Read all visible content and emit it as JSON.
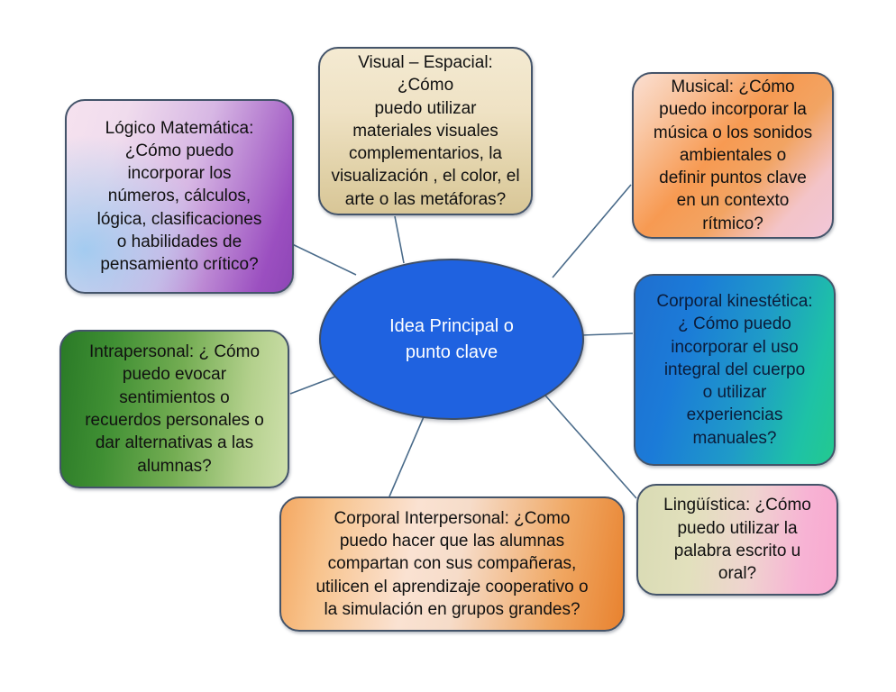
{
  "diagram": {
    "type": "mind-map",
    "title": "Inteligencias multiples - preguntas guia",
    "background_color": "#ffffff",
    "connector_color": "#4a6b8a",
    "border_color": "#44546a"
  },
  "center": {
    "label": "Idea  Principal o\npunto clave",
    "fill_color": "#1f62e0",
    "text_color": "#ffffff"
  },
  "nodes": [
    {
      "id": "logico",
      "name": "Lógico Matemática",
      "label": "Lógico Matemática:\n¿Cómo puedo\nincorporar los\nnúmeros, cálculos,\nlógica, clasificaciones\no habilidades de\npensamiento crítico?",
      "gradient_from": "#f6e2ef",
      "gradient_to": "#8e46b6"
    },
    {
      "id": "visual",
      "name": "Visual – Espacial",
      "label": "Visual – Espacial: ¿Cómo\npuedo utilizar\nmateriales visuales\ncomplementarios, la\nvisualización , el color, el\narte o las metáforas?",
      "gradient_from": "#f4ead2",
      "gradient_to": "#d8c697"
    },
    {
      "id": "musical",
      "name": "Musical",
      "label": "Musical: ¿Cómo\npuedo incorporar la\nmúsica o los sonidos\nambientales o\ndefinir puntos clave\nen un contexto\nrítmico?",
      "gradient_from": "#fadfd2",
      "gradient_to": "#f1c6d8"
    },
    {
      "id": "kines",
      "name": "Corporal kinestética",
      "label": "Corporal kinestética:\n¿ Cómo puedo\nincorporar el uso\nintegral del cuerpo\no utilizar\nexperiencias\nmanuales?",
      "gradient_from": "#1f6fd0",
      "gradient_to": "#23c98f"
    },
    {
      "id": "ling",
      "name": "Lingüística",
      "label": "Lingüística: ¿Cómo\npuedo utilizar la\npalabra escrito u\noral?",
      "gradient_from": "#d9dbb4",
      "gradient_to": "#f8a9d0"
    },
    {
      "id": "inter",
      "name": "Corporal Interpersonal",
      "label": "Corporal Interpersonal: ¿Como\npuedo hacer que las alumnas\ncompartan con sus compañeras,\nutilicen el aprendizaje cooperativo o\nla simulación en grupos grandes?",
      "gradient_from": "#f4a862",
      "gradient_to": "#e8822f"
    },
    {
      "id": "intra",
      "name": "Intrapersonal",
      "label": "Intrapersonal: ¿ Cómo\npuedo evocar\nsentimientos o\nrecuerdos personales o\ndar alternativas a las\nalumnas?",
      "gradient_from": "#2a7a27",
      "gradient_to": "#cfe0ac"
    }
  ]
}
